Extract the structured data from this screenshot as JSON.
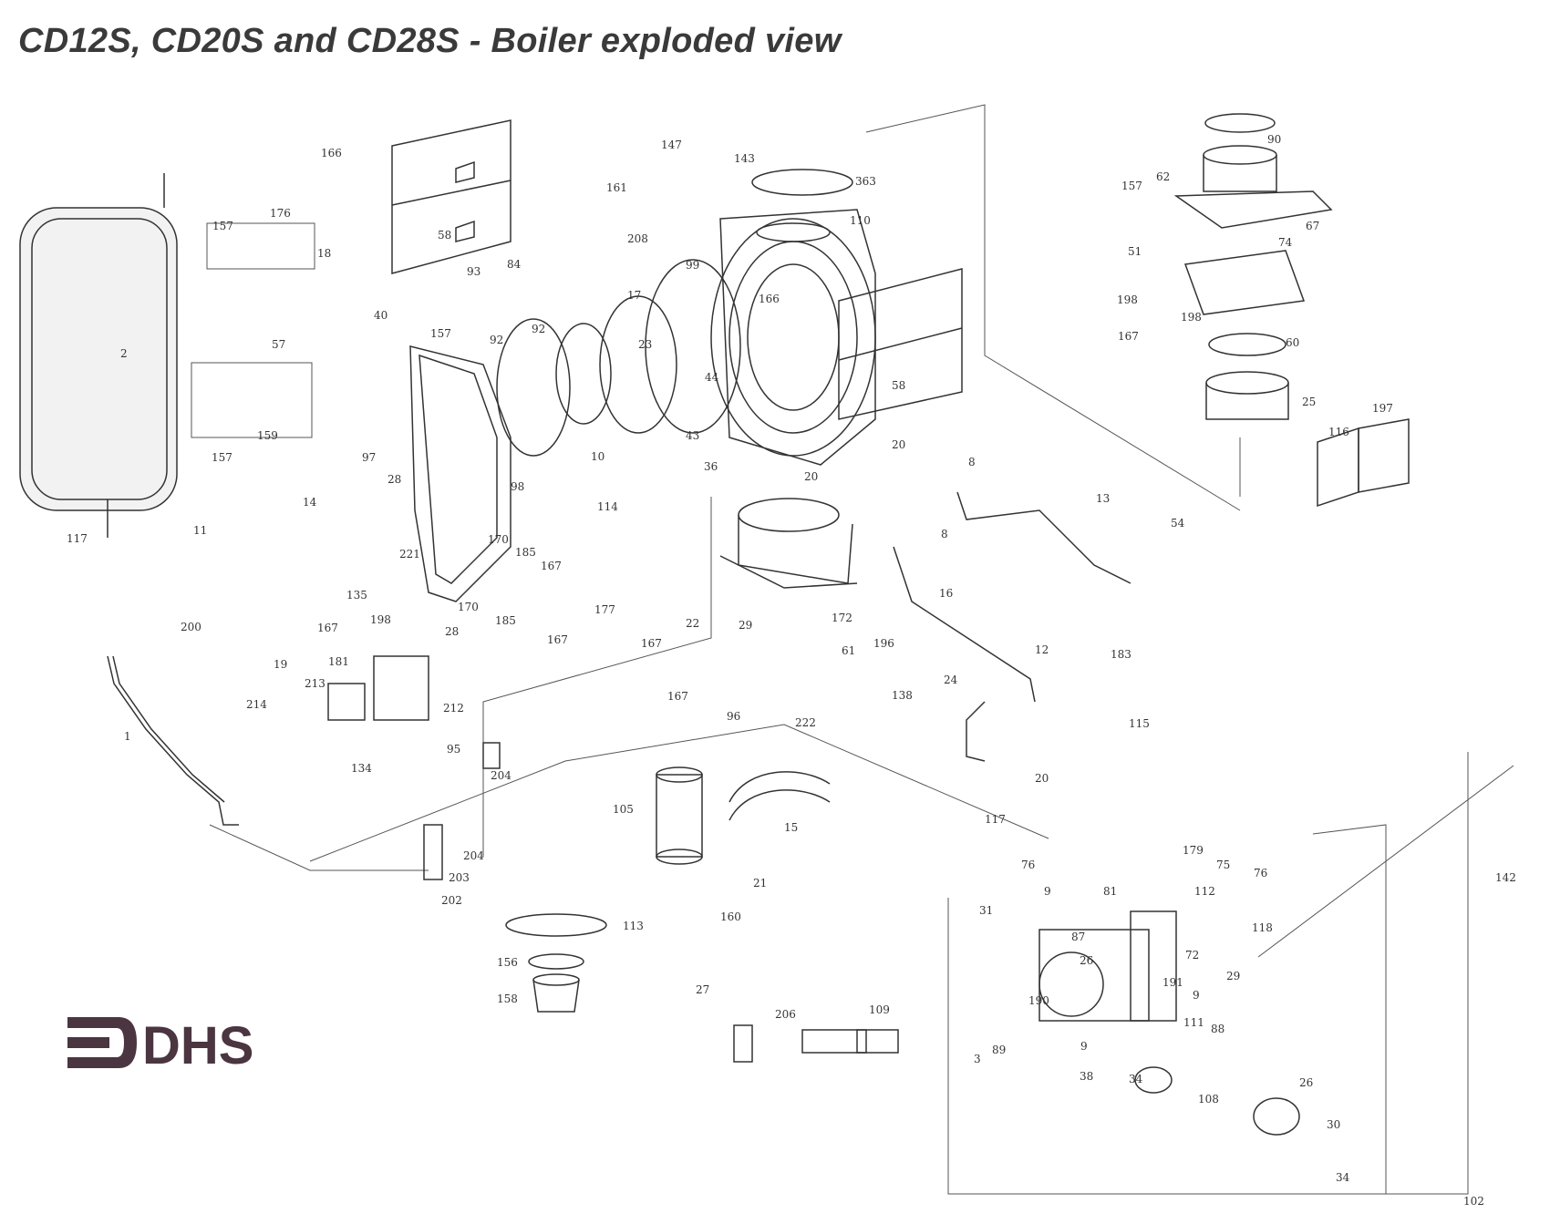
{
  "title": "CD12S, CD20S and CD28S - Boiler exploded view",
  "logo_text": "DHS",
  "callouts": [
    "166",
    "176",
    "157",
    "18",
    "2",
    "117",
    "1",
    "58",
    "40",
    "57",
    "159",
    "157",
    "93",
    "84",
    "157",
    "92",
    "92",
    "97",
    "11",
    "98",
    "14",
    "28",
    "221",
    "200",
    "19",
    "135",
    "167",
    "198",
    "28",
    "181",
    "213",
    "214",
    "212",
    "95",
    "134",
    "204",
    "204",
    "203",
    "202",
    "170",
    "170",
    "185",
    "185",
    "167",
    "167",
    "167",
    "177",
    "167",
    "96",
    "105",
    "21",
    "160",
    "113",
    "156",
    "158",
    "27",
    "206",
    "109",
    "147",
    "143",
    "161",
    "208",
    "363",
    "110",
    "99",
    "17",
    "23",
    "10",
    "44",
    "43",
    "166",
    "58",
    "36",
    "20",
    "20",
    "114",
    "22",
    "29",
    "172",
    "61",
    "222",
    "15",
    "8",
    "13",
    "8",
    "196",
    "138",
    "16",
    "24",
    "12",
    "20",
    "183",
    "115",
    "117",
    "157",
    "62",
    "90",
    "67",
    "51",
    "74",
    "198",
    "198",
    "167",
    "60",
    "25",
    "54",
    "116",
    "197",
    "179",
    "76",
    "75",
    "76",
    "9",
    "31",
    "81",
    "112",
    "118",
    "72",
    "87",
    "26",
    "29",
    "191",
    "190",
    "9",
    "111",
    "88",
    "3",
    "89",
    "9",
    "38",
    "34",
    "26",
    "108",
    "30",
    "34",
    "142",
    "102"
  ]
}
